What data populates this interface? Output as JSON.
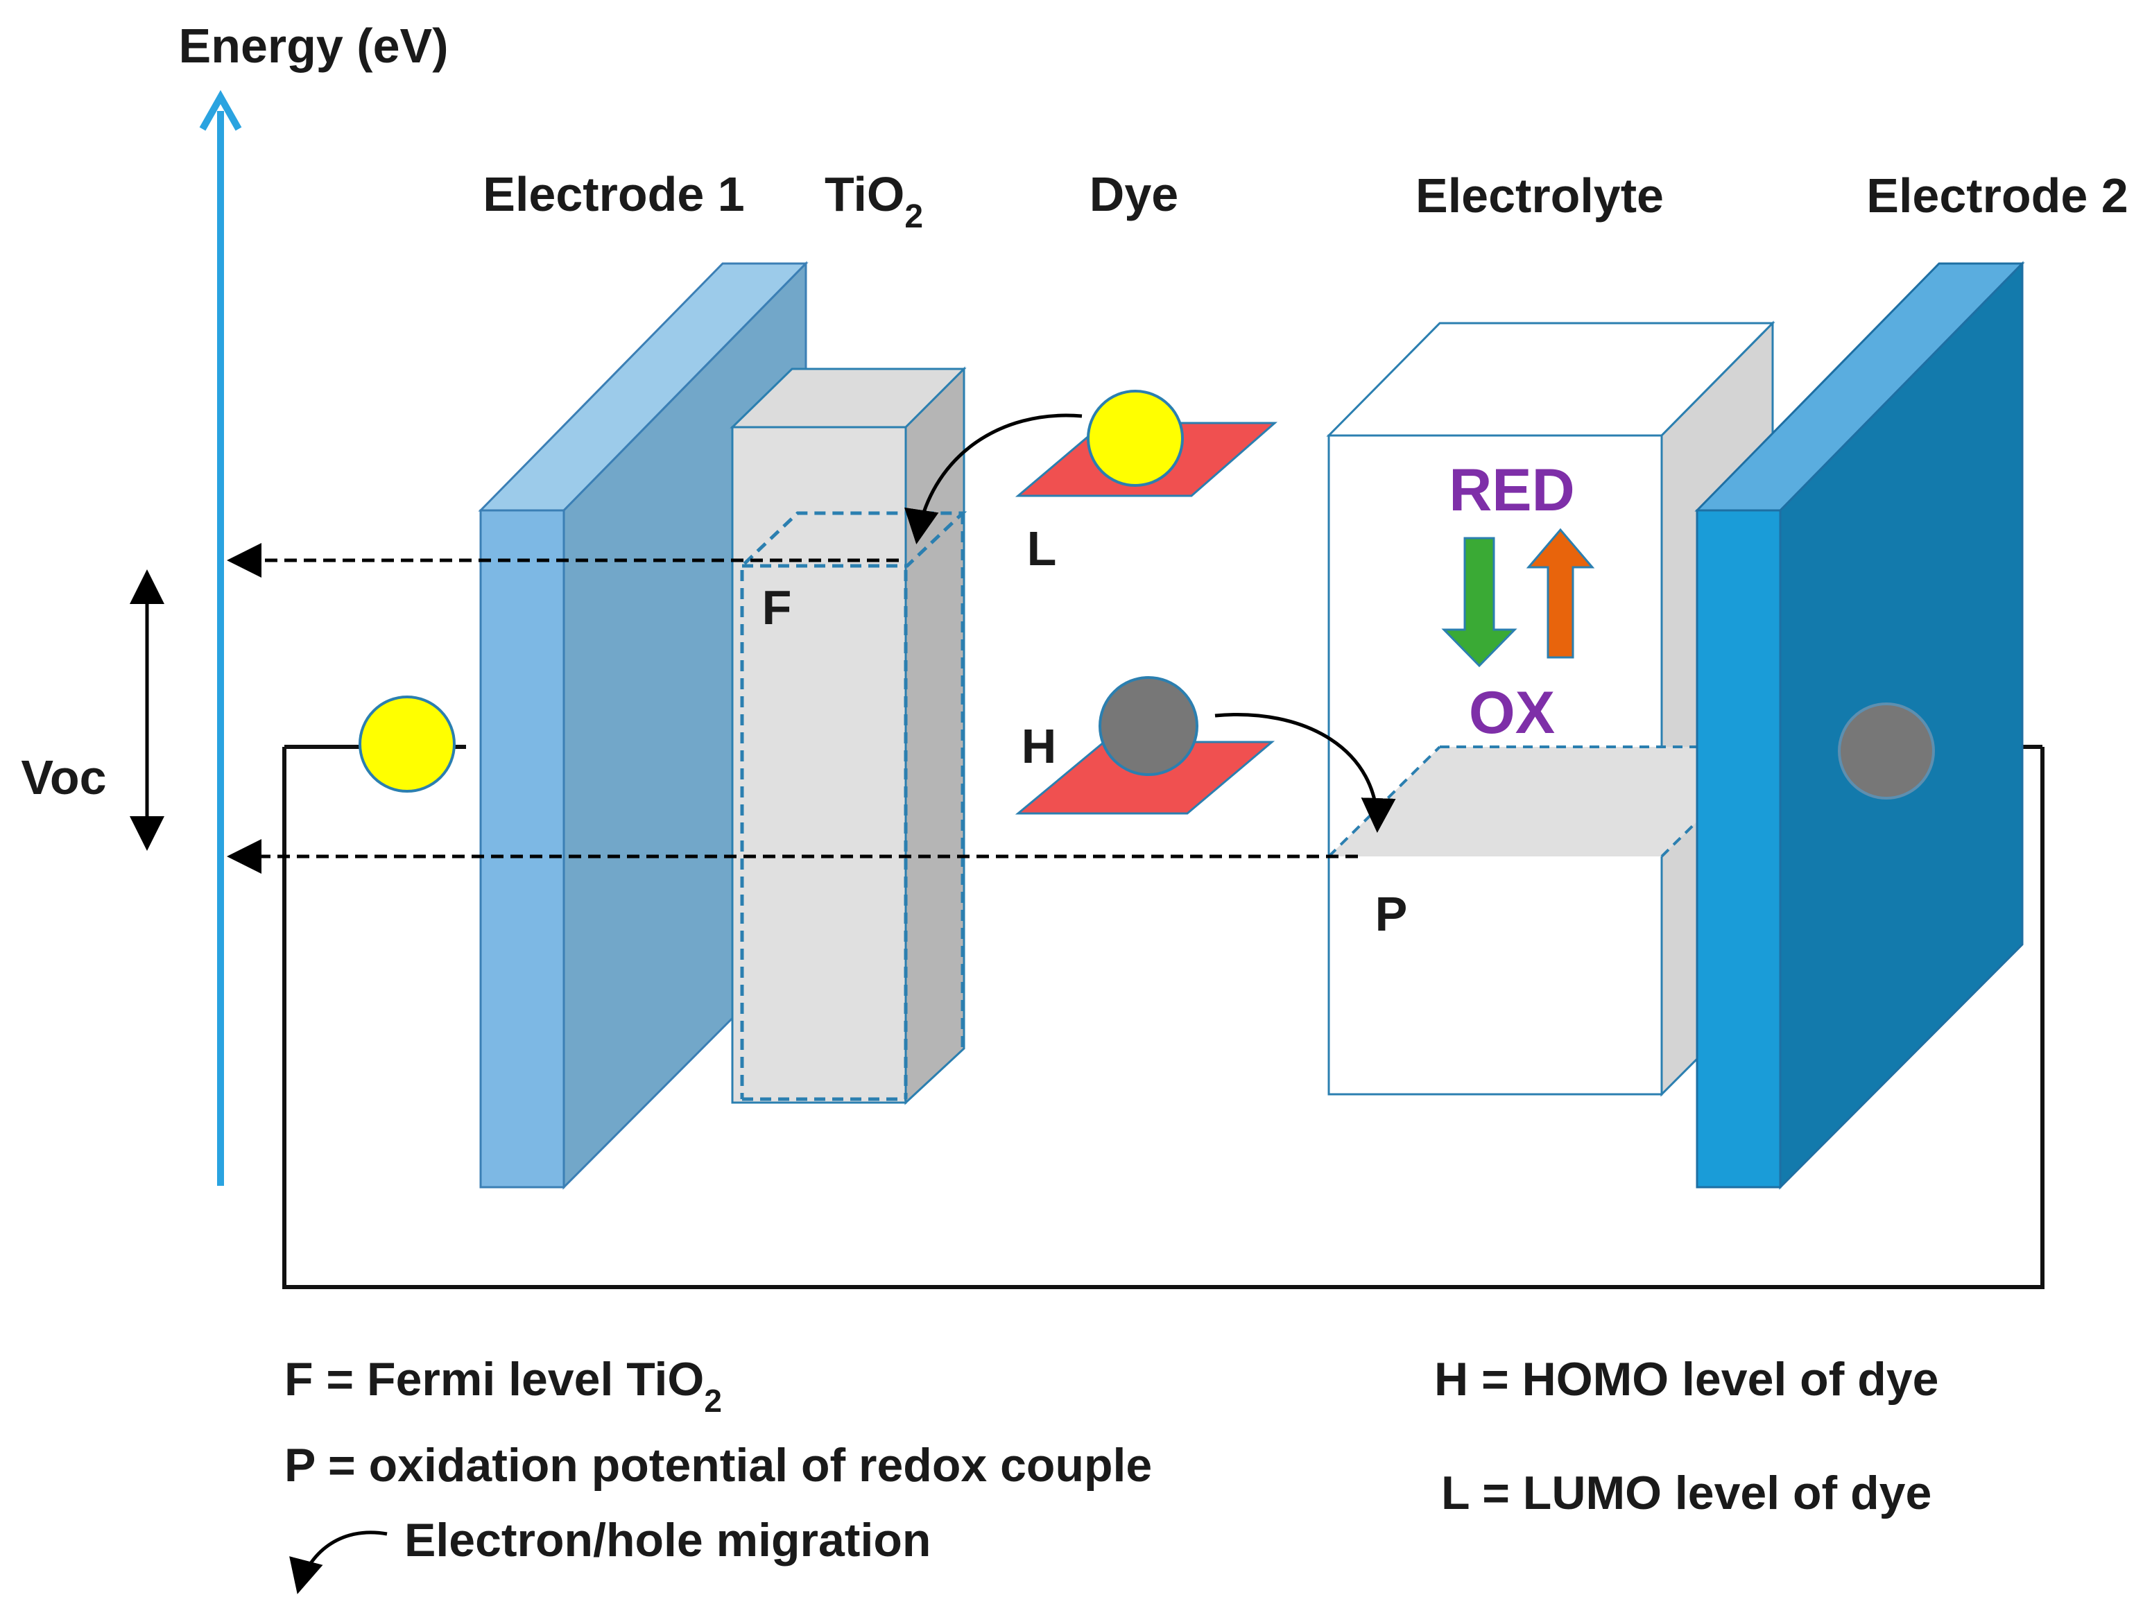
{
  "axis": {
    "label": "Energy (eV)"
  },
  "layers": {
    "electrode1": "Electrode 1",
    "tio2_base": "TiO",
    "tio2_sub": "2",
    "dye": "Dye",
    "electrolyte": "Electrolyte",
    "electrode2": "Electrode 2"
  },
  "levels": {
    "voc": "Voc",
    "f": "F",
    "l": "L",
    "h": "H",
    "p": "P"
  },
  "redox": {
    "red": "RED",
    "ox": "OX"
  },
  "legend": {
    "f_line_base": "F = Fermi level TiO",
    "f_line_sub": "2",
    "p_line": "P = oxidation potential of redox couple",
    "migration": "Electron/hole migration",
    "h_line": "H = HOMO level of dye",
    "l_line": "L = LUMO level of dye"
  },
  "colors": {
    "axis": "#2aa3e0",
    "electrode1_front": "#7db8e4",
    "electrode1_side": "#6aa6cc",
    "electrode2_front": "#1a9cd8",
    "electrode2_side": "#137aac",
    "tio2": "#e0e0e0",
    "dye_plate": "#f05050",
    "electron": "#ffff00",
    "hole": "#777777",
    "reduction_arrow": "#3aaa35",
    "oxidation_arrow": "#e8640c",
    "redox_text": "#7e2fa8"
  }
}
